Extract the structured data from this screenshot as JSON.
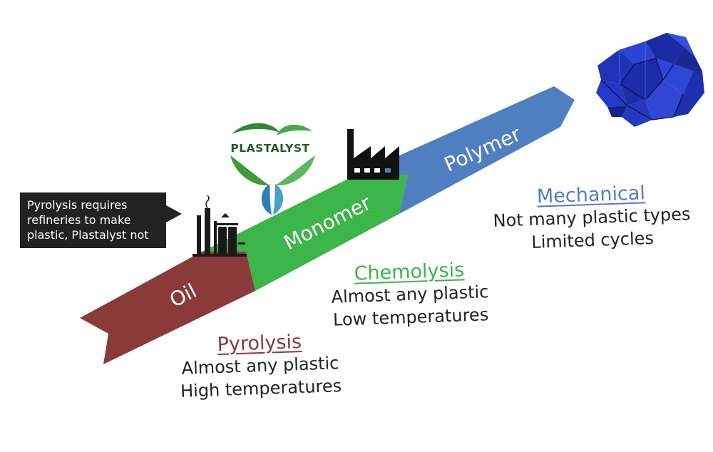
{
  "callout": {
    "lines": [
      "Pyrolysis requires",
      "refineries to make",
      "plastic, Plastalyst not"
    ]
  },
  "logo": {
    "text": "PLASTALYST"
  },
  "bands": {
    "oil": "Oil",
    "monomer": "Monomer",
    "polymer": "Polymer"
  },
  "methods": {
    "pyrolysis": {
      "title": "Pyrolysis",
      "lines": [
        "Almost any plastic",
        "High temperatures"
      ]
    },
    "chemolysis": {
      "title": "Chemolysis",
      "lines": [
        "Almost any plastic",
        "Low temperatures"
      ]
    },
    "mechanical": {
      "title": "Mechanical",
      "lines": [
        "Not many plastic types",
        "Limited cycles"
      ]
    }
  },
  "colors": {
    "oil": "#8b3a3a",
    "monomer": "#3cb54a",
    "polymer": "#4f7fc1",
    "callout_bg": "#222222",
    "logo_green": "#1f5e1f",
    "crystal": "#1f33b8"
  },
  "icons": [
    "refinery-icon",
    "factory-icon",
    "plastalyst-leaf-logo",
    "plastic-pellets-image"
  ]
}
